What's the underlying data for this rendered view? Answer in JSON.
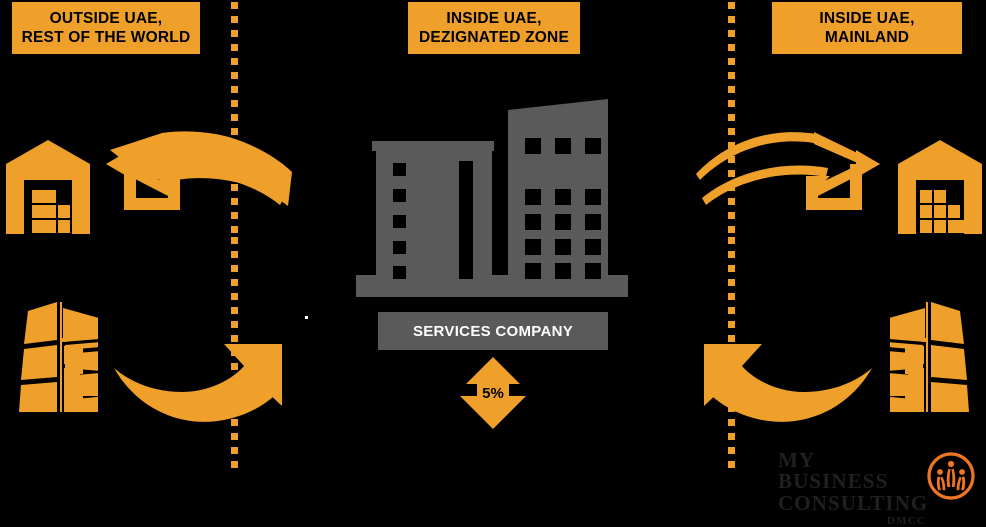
{
  "colors": {
    "background": "#000000",
    "accent_orange": "#EFA02A",
    "building_gray": "#5A5A5A",
    "plate_text": "#FFFFFF",
    "banner_text": "#000000",
    "logo_text": "#231F20"
  },
  "banners": [
    {
      "id": "outside-uae",
      "line1": "OUTSIDE UAE,",
      "line2": "REST OF THE WORLD"
    },
    {
      "id": "dezignated-zone",
      "line1": "INSIDE UAE,",
      "line2": "DEZIGNATED ZONE"
    },
    {
      "id": "mainland",
      "line1": "INSIDE UAE,",
      "line2": "MAINLAND"
    }
  ],
  "center": {
    "company_label": "SERVICES COMPANY",
    "vat_badge": "5%"
  },
  "icons": {
    "warehouse_left": "warehouse-icon",
    "warehouse_right": "warehouse-icon",
    "cargo_left": "cargo-containers-icon",
    "cargo_right": "cargo-containers-icon",
    "building": "office-building-icon",
    "arrow_top_left": "curved-arrow-outline-left-icon",
    "arrow_top_right": "curved-arrow-outline-right-icon",
    "arrow_bottom_left": "curved-arrow-solid-right-icon",
    "arrow_bottom_right": "curved-arrow-solid-left-icon",
    "divider": "dotted-divider-line"
  },
  "logo": {
    "line1": "MY BUSINESS",
    "line2": "CONSULTING",
    "line3": "DMCC",
    "emblem": "my-business-consulting-emblem"
  }
}
